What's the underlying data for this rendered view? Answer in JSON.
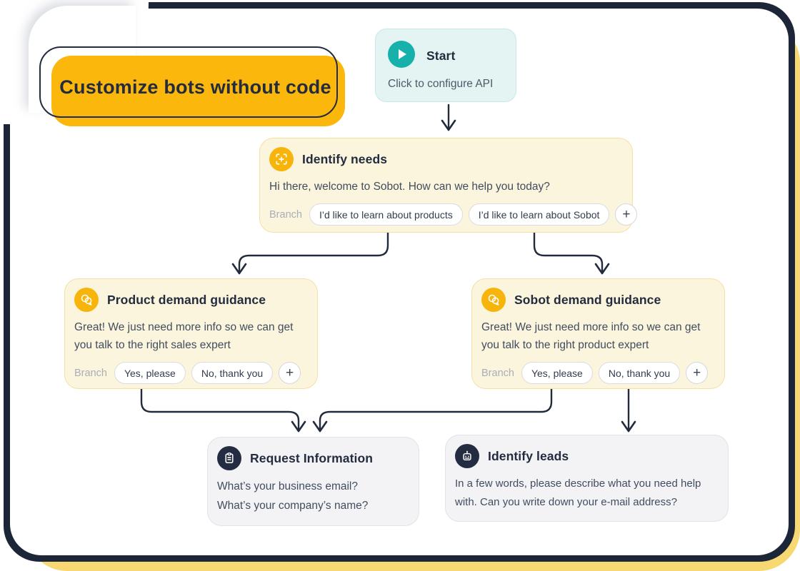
{
  "headline": {
    "label": "Customize bots without code"
  },
  "ui": {
    "add_label": "+"
  },
  "colors": {
    "navy": "#222B3C",
    "banner_yellow": "#FBB70C",
    "icon_yellow": "#F7B40A",
    "backdrop_yellow": "#F8D873",
    "cream_card": "#FCF5DD",
    "mint_card": "#E3F4F2",
    "teal_icon": "#16B1AA",
    "gray_card": "#F3F3F5"
  },
  "nodes": {
    "start": {
      "title": "Start",
      "subtitle": "Click to configure API",
      "icon": "play-icon"
    },
    "identify_needs": {
      "title": "Identify needs",
      "icon": "scan-icon",
      "body": "Hi there, welcome to Sobot. How can we help you today?",
      "branch_label": "Branch",
      "branches": [
        "I’d like to learn about products",
        "I’d like to learn about Sobot"
      ]
    },
    "product_guidance": {
      "title": "Product demand guidance",
      "icon": "chat-bubbles-icon",
      "body_lines": [
        "Great! We just need more info so we can get",
        "you talk to the right sales expert"
      ],
      "branch_label": "Branch",
      "branches": [
        "Yes, please",
        "No, thank you"
      ]
    },
    "sobot_guidance": {
      "title": "Sobot demand guidance",
      "icon": "chat-bubbles-icon",
      "body_lines": [
        "Great! We just need more info so we can get",
        "you talk to the right product expert"
      ],
      "branch_label": "Branch",
      "branches": [
        "Yes, please",
        "No, thank you"
      ]
    },
    "request_information": {
      "title": "Request Information",
      "icon": "clipboard-icon",
      "body_lines": [
        "What’s your business email?",
        "What’s your company’s name?"
      ]
    },
    "identify_leads": {
      "title": "Identify leads",
      "icon": "robot-icon",
      "body_lines": [
        "In a few words, please describe what you need help",
        "with. Can you write down your e-mail address?"
      ]
    }
  }
}
